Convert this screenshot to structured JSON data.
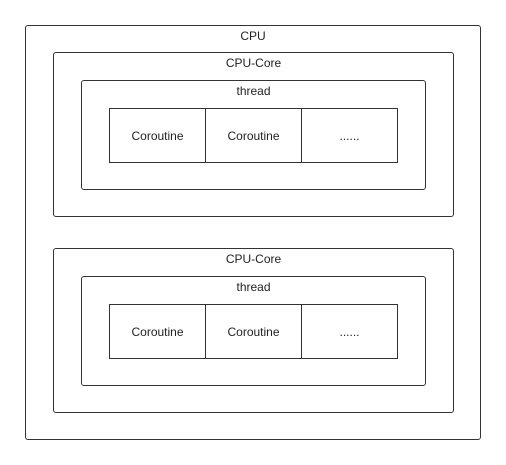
{
  "cpu": {
    "label": "CPU",
    "cores": [
      {
        "label": "CPU-Core",
        "thread": {
          "label": "thread",
          "cells": [
            "Coroutine",
            "Coroutine",
            "......"
          ]
        }
      },
      {
        "label": "CPU-Core",
        "thread": {
          "label": "thread",
          "cells": [
            "Coroutine",
            "Coroutine",
            "......"
          ]
        }
      }
    ]
  },
  "colors": {
    "border": "#333333",
    "text": "#222222",
    "background": "#ffffff"
  }
}
